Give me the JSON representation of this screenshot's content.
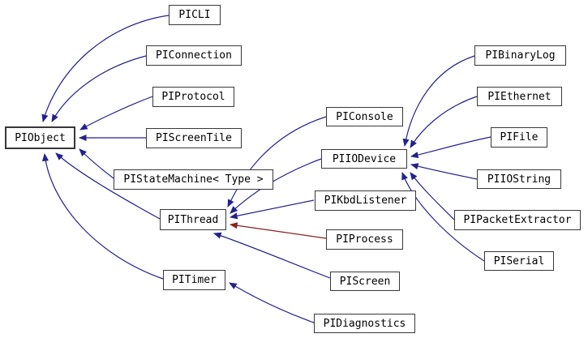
{
  "diagram": {
    "kind": "class-inheritance-graph",
    "colors": {
      "public_inheritance_edge": "#22228e",
      "private_inheritance_edge": "#8e1f1f",
      "node_border": "#383838",
      "node_fill": "#ffffff",
      "node_text": "#000000",
      "background": "#ffffff"
    },
    "nodes": {
      "piobject": {
        "label": "PIObject"
      },
      "picli": {
        "label": "PICLI"
      },
      "piconnection": {
        "label": "PIConnection"
      },
      "piprotocol": {
        "label": "PIProtocol"
      },
      "piscreentile": {
        "label": "PIScreenTile"
      },
      "pistatemachine": {
        "label": "PIStateMachine< Type >"
      },
      "pithread": {
        "label": "PIThread"
      },
      "pitimer": {
        "label": "PITimer"
      },
      "piconsole": {
        "label": "PIConsole"
      },
      "piiodevice": {
        "label": "PIIODevice"
      },
      "pikbdlistener": {
        "label": "PIKbdListener"
      },
      "piprocess": {
        "label": "PIProcess"
      },
      "piscreen": {
        "label": "PIScreen"
      },
      "pidiagnostics": {
        "label": "PIDiagnostics"
      },
      "pibinarylog": {
        "label": "PIBinaryLog"
      },
      "piethernet": {
        "label": "PIEthernet"
      },
      "pifile": {
        "label": "PIFile"
      },
      "piiostring": {
        "label": "PIIOString"
      },
      "pipacketextractor": {
        "label": "PIPacketExtractor"
      },
      "piserial": {
        "label": "PISerial"
      }
    },
    "edges": [
      {
        "from": "PICLI",
        "to": "PIObject",
        "type": "public"
      },
      {
        "from": "PIConnection",
        "to": "PIObject",
        "type": "public"
      },
      {
        "from": "PIProtocol",
        "to": "PIObject",
        "type": "public"
      },
      {
        "from": "PIScreenTile",
        "to": "PIObject",
        "type": "public"
      },
      {
        "from": "PIStateMachine< Type >",
        "to": "PIObject",
        "type": "public"
      },
      {
        "from": "PIThread",
        "to": "PIObject",
        "type": "public"
      },
      {
        "from": "PITimer",
        "to": "PIObject",
        "type": "public"
      },
      {
        "from": "PIConsole",
        "to": "PIThread",
        "type": "public"
      },
      {
        "from": "PIIODevice",
        "to": "PIThread",
        "type": "public"
      },
      {
        "from": "PIKbdListener",
        "to": "PIThread",
        "type": "public"
      },
      {
        "from": "PIProcess",
        "to": "PIThread",
        "type": "private"
      },
      {
        "from": "PIScreen",
        "to": "PIThread",
        "type": "public"
      },
      {
        "from": "PIDiagnostics",
        "to": "PITimer",
        "type": "public"
      },
      {
        "from": "PIBinaryLog",
        "to": "PIIODevice",
        "type": "public"
      },
      {
        "from": "PIEthernet",
        "to": "PIIODevice",
        "type": "public"
      },
      {
        "from": "PIFile",
        "to": "PIIODevice",
        "type": "public"
      },
      {
        "from": "PIIOString",
        "to": "PIIODevice",
        "type": "public"
      },
      {
        "from": "PIPacketExtractor",
        "to": "PIIODevice",
        "type": "public"
      },
      {
        "from": "PISerial",
        "to": "PIIODevice",
        "type": "public"
      }
    ]
  }
}
